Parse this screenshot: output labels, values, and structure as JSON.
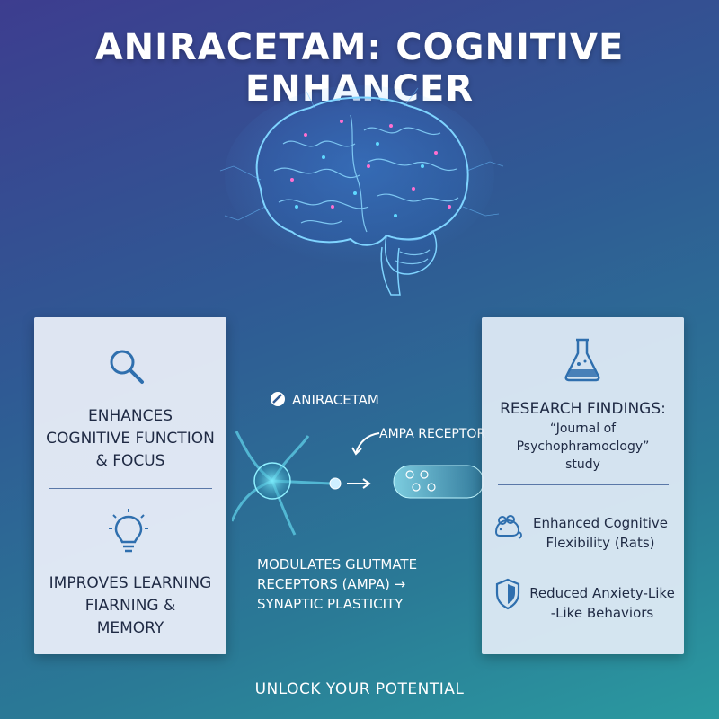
{
  "title": "ANIRACETAM: COGNITIVE ENHANCER",
  "left_panel": {
    "item1": {
      "icon": "magnifier-icon",
      "lines": [
        "ENHANCES",
        "COGNITIVE FUNCTION",
        "& FOCUS"
      ]
    },
    "item2": {
      "icon": "lightbulb-icon",
      "lines": [
        "IMPROVES LEARNING",
        "FIARNING &",
        "MEMORY"
      ]
    }
  },
  "center": {
    "drug_label": "ANIRACETAM",
    "receptor_label": "AMPA RECEPTOR",
    "mechanism_lines": [
      "MODULATES GLUTMATE",
      "RECEPTORS (AMPA) →",
      "SYNAPTIC PLASTICITY"
    ]
  },
  "right_panel": {
    "icon": "flask-icon",
    "heading": "RESEARCH FINDINGS:",
    "source_lines": [
      "“Journal of Psychophramoclogy”",
      "study"
    ],
    "findings": [
      {
        "icon": "mouse-icon",
        "lines": [
          "Enhanced Cognitive",
          "Flexibility (Rats)"
        ]
      },
      {
        "icon": "shield-icon",
        "lines": [
          "Reduced Anxiety-Like",
          "-Like Behaviors"
        ]
      }
    ]
  },
  "footer": "UNLOCK YOUR POTENTIAL",
  "colors": {
    "icon_blue": "#2f6fae",
    "panel_text": "#1f2a44",
    "glow_cyan": "#5fd8ff",
    "glow_pink": "#ff6fd0"
  }
}
